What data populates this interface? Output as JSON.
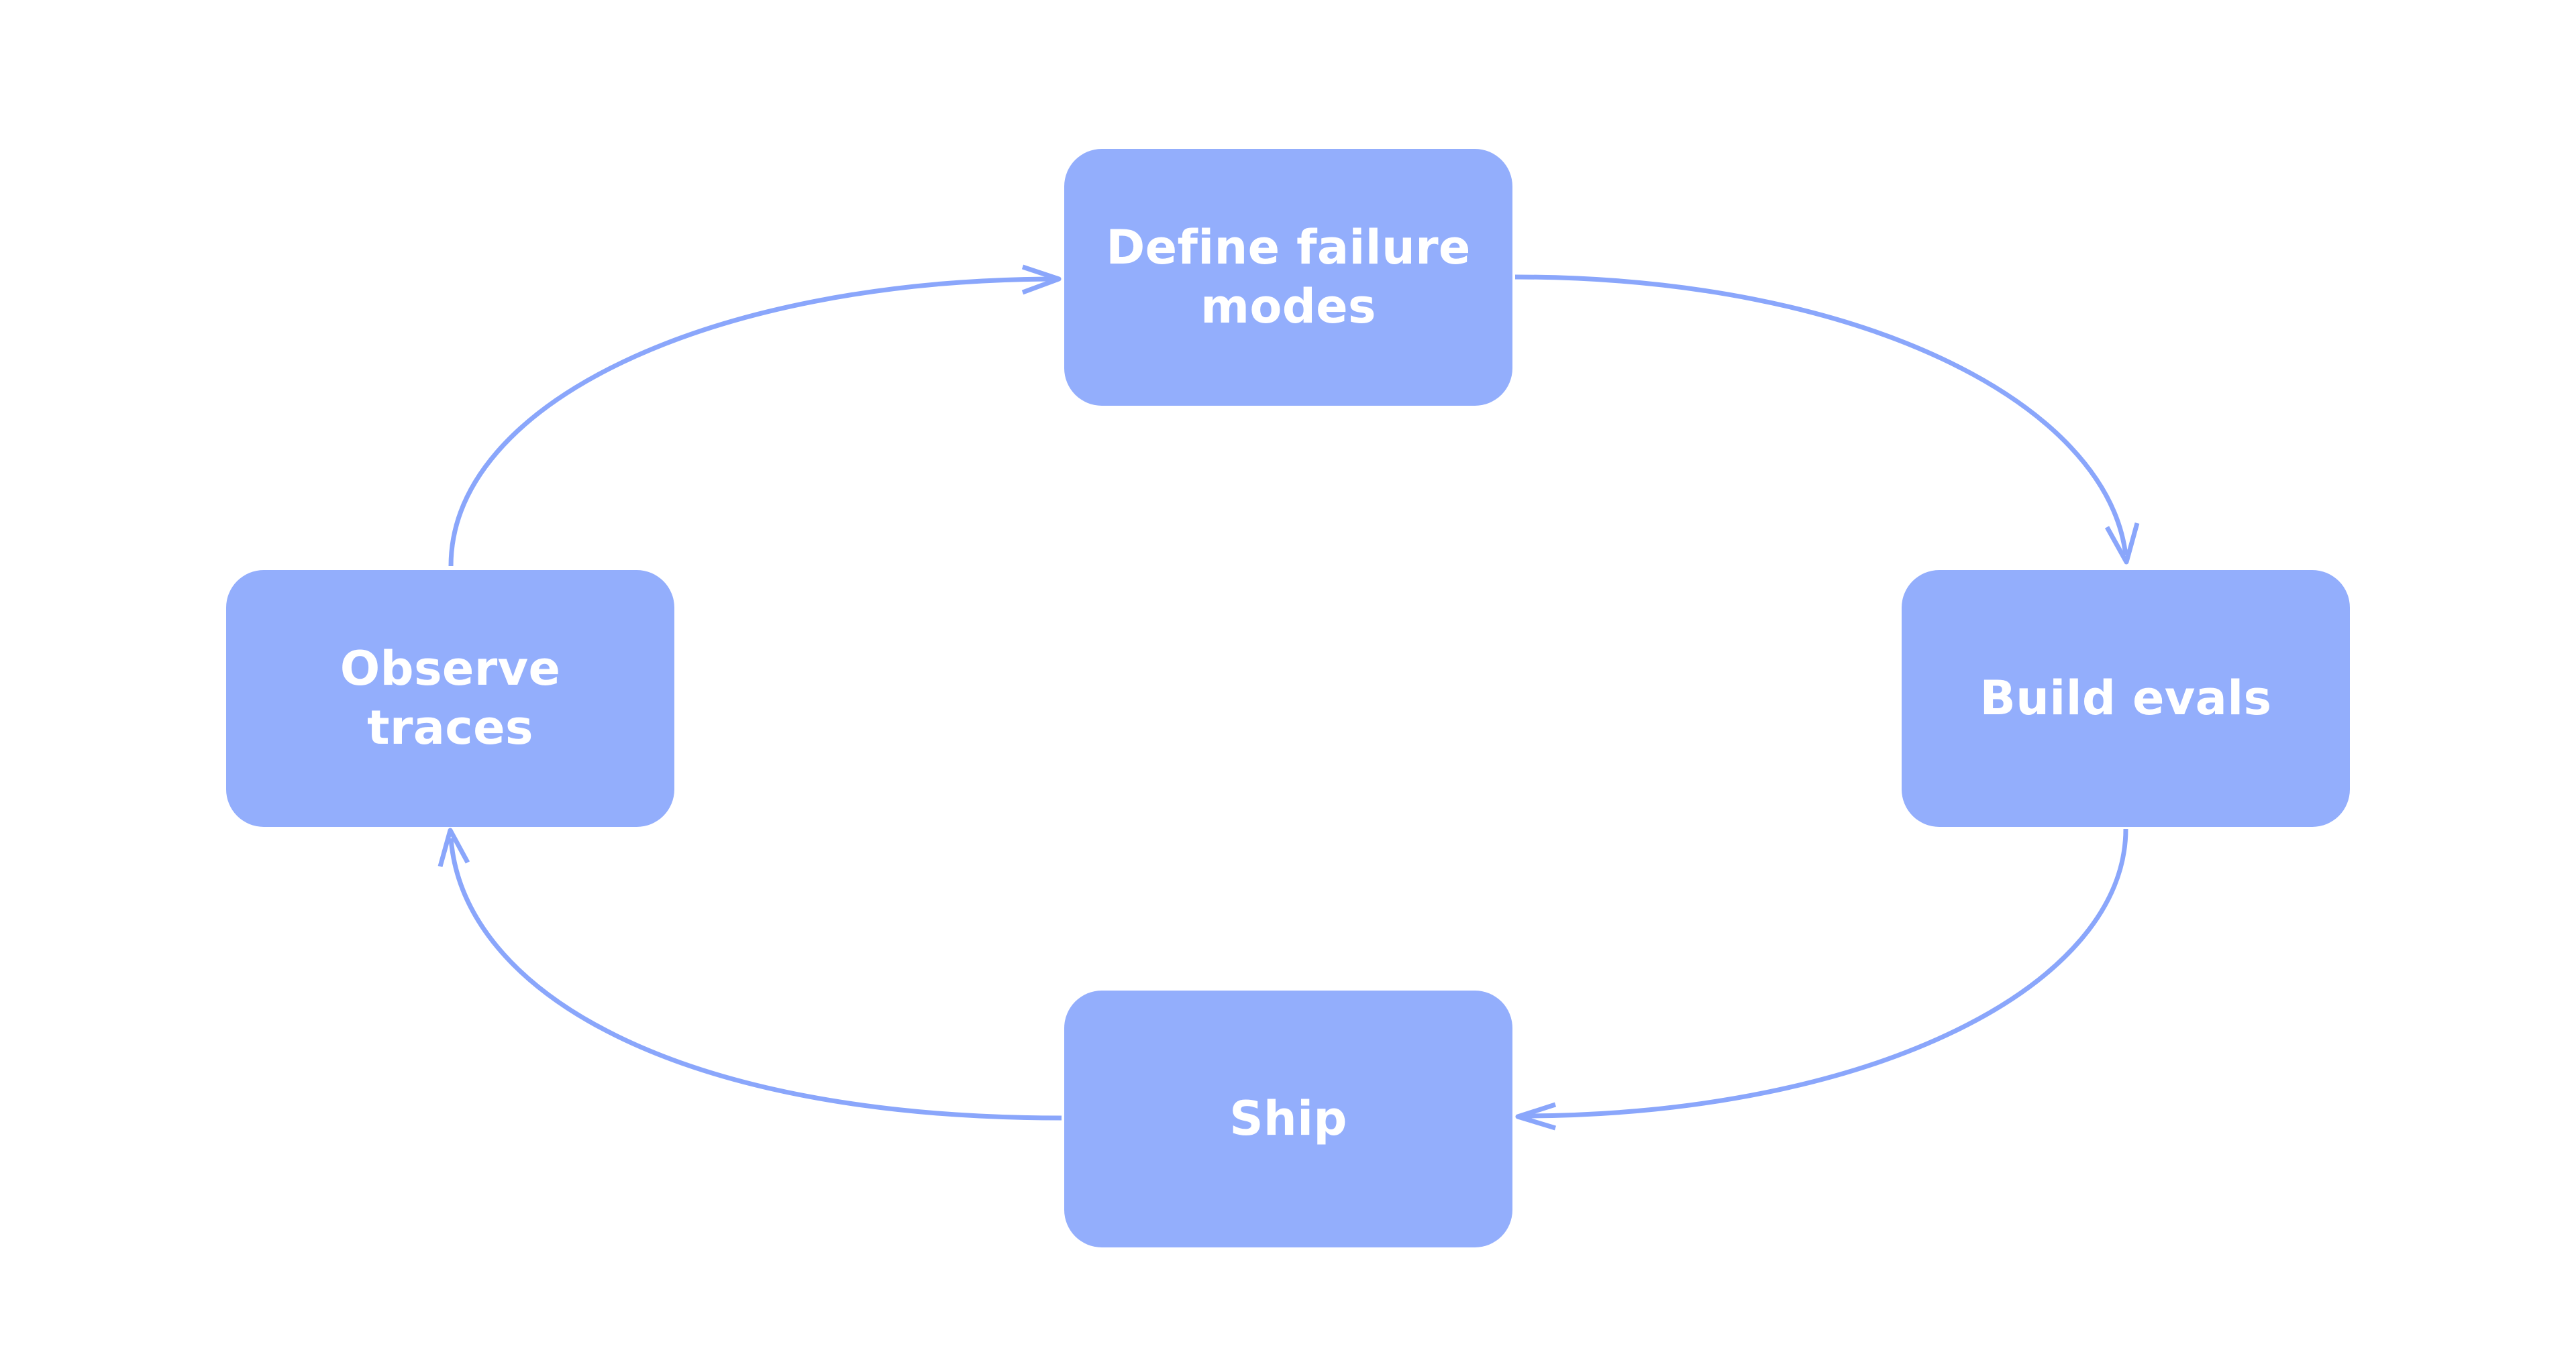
{
  "colors": {
    "node_fill": "#93aefc",
    "arrow": "#8aa6fb",
    "label_text": "#ffffff",
    "background": "#ffffff"
  },
  "nodes": [
    {
      "id": "define",
      "label": "Define failure\nmodes"
    },
    {
      "id": "build",
      "label": "Build evals"
    },
    {
      "id": "ship",
      "label": "Ship"
    },
    {
      "id": "observe",
      "label": "Observe\ntraces"
    }
  ],
  "edges": [
    {
      "from": "define",
      "to": "build"
    },
    {
      "from": "build",
      "to": "ship"
    },
    {
      "from": "ship",
      "to": "observe"
    },
    {
      "from": "observe",
      "to": "define"
    }
  ]
}
